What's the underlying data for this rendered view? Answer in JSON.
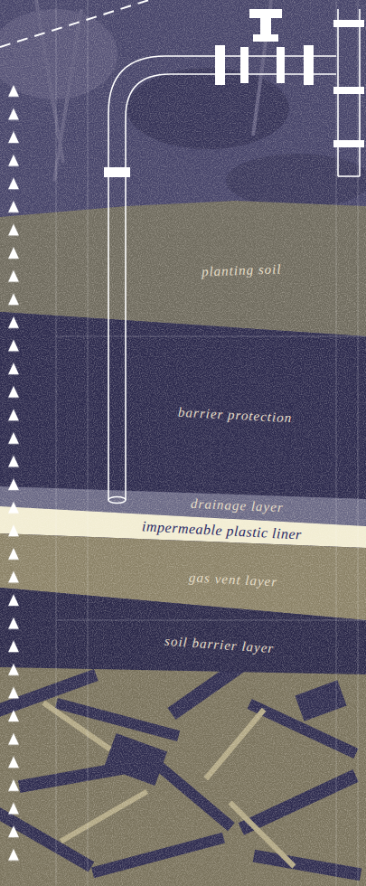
{
  "diagram": {
    "nodes": [
      {
        "text": [
          "planting soil"
        ]
      },
      {
        "text": [
          "barrier protection"
        ]
      },
      {
        "text": [
          "drainage layer"
        ]
      },
      {
        "text": [
          "impermeable plastic liner"
        ]
      },
      {
        "text": [
          "gas vent layer"
        ]
      },
      {
        "text": [
          "soil barrier layer"
        ]
      }
    ]
  }
}
